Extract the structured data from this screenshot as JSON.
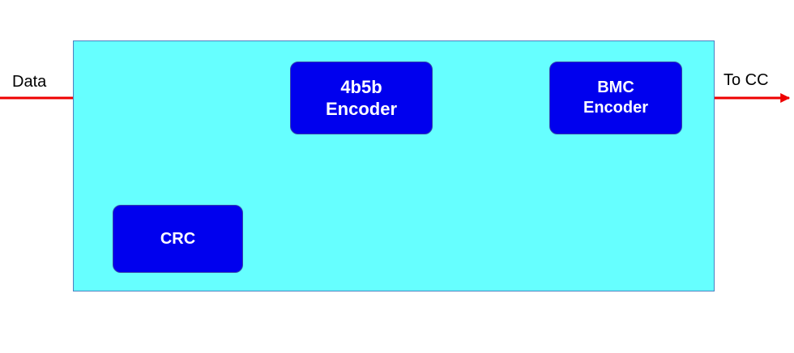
{
  "colors": {
    "frame_fill": "#66ffff",
    "block_fill": "#0000ee",
    "signal_line": "#ee0000"
  },
  "labels": {
    "input": "Data",
    "output": "To CC"
  },
  "blocks": {
    "encoder_4b5b": "4b5b\nEncoder",
    "encoder_bmc": "BMC\nEncoder",
    "crc": "CRC"
  }
}
